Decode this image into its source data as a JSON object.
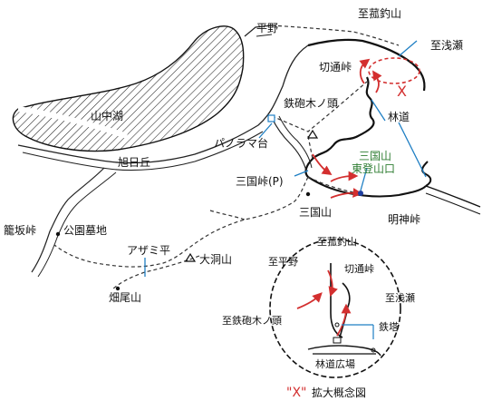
{
  "labels": {
    "hirano": "平野",
    "to_kagotsurusan": "至菰釣山",
    "to_asase": "至浅瀬",
    "kiritoshi_toge": "切通峠",
    "teppokinoatama": "鉄砲木ノ頭",
    "rindo": "林道",
    "yamanakako": "山中湖",
    "panorama_dai": "パノラマ台",
    "mikuniyama_higashi_1": "三国山",
    "mikuniyama_higashi_2": "東登山口",
    "asahigaoka": "旭日丘",
    "mikuni_toge_p": "三国峠(P)",
    "mikuniyama": "三国山",
    "myojin_toge": "明神峠",
    "kagosaka_toge": "籠坂峠",
    "koen_bochi": "公園墓地",
    "azamidaira": "アザミ平",
    "oboramyama": "大洞山",
    "hatao_yama": "畑尾山",
    "inset_to_kagotsurusan": "至菰釣山",
    "inset_to_hirano": "至平野",
    "inset_kiritoshi_toge": "切通峠",
    "inset_to_asase": "至浅瀬",
    "inset_to_teppokinoatama": "至鉄砲木ノ頭",
    "inset_tetto": "鉄塔",
    "inset_rindo_hiroba": "林道広場",
    "legend_mark": "\"X\"",
    "legend_text": "拡大概念図"
  },
  "colors": {
    "route_red": "#d32f2f",
    "leader_blue": "#1f7fc4",
    "text_green": "#2e7d32",
    "ink": "#1a1a1a"
  }
}
